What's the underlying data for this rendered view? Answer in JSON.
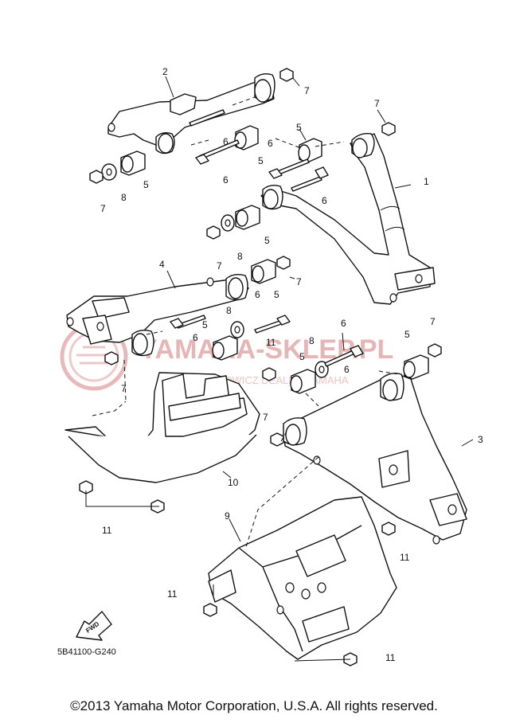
{
  "diagram": {
    "callouts": [
      "1",
      "2",
      "3",
      "4",
      "5",
      "6",
      "7",
      "8",
      "9",
      "10",
      "11"
    ],
    "fwd_label": "FWD",
    "code": "5B41100-G240",
    "watermark_main": "YAMAHA-SKLEP.PL",
    "watermark_sub": "WOJCIECHOWICZ DEALER YAMAHA",
    "copyright": "©2013 Yamaha Motor Corporation, U.S.A. All rights reserved."
  }
}
